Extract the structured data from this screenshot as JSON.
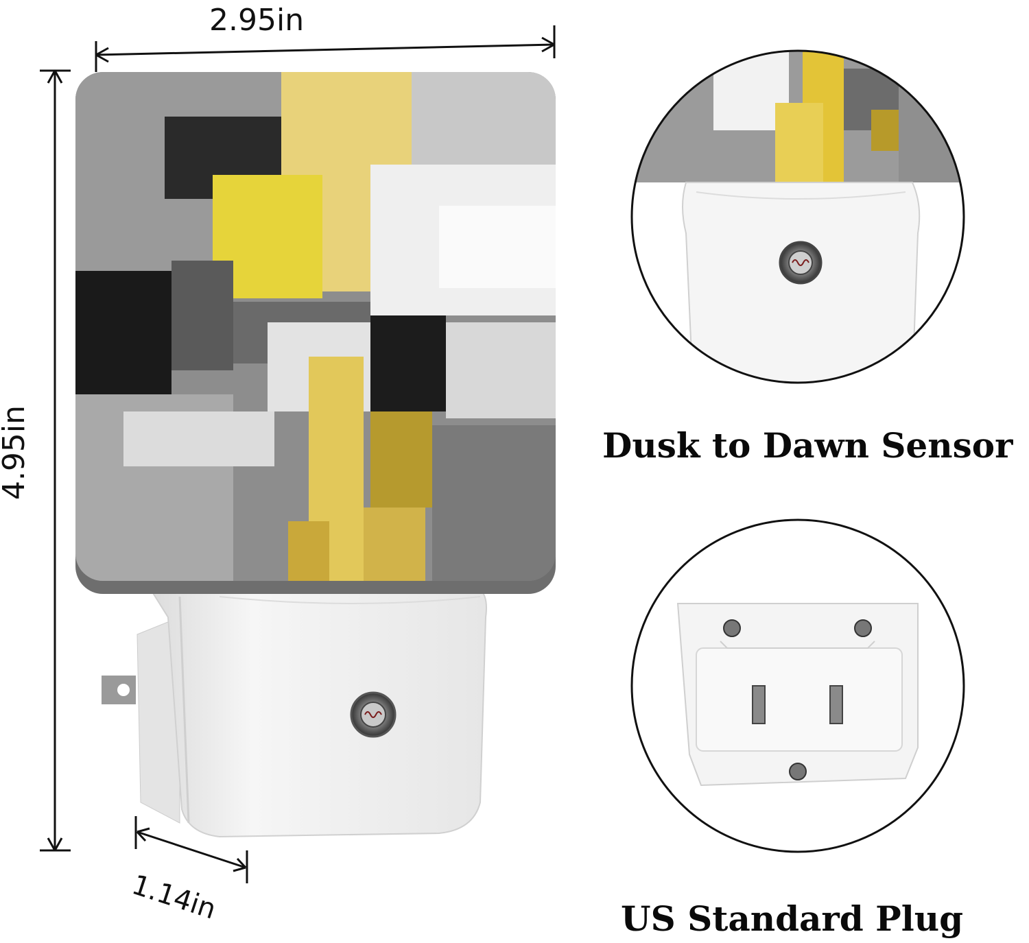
{
  "dimensions": {
    "width": "2.95in",
    "height": "4.95in",
    "depth": "1.14in"
  },
  "features": {
    "sensor": "Dusk to Dawn Sensor",
    "plug": "US Standard Plug"
  },
  "colors": {
    "accent_yellow": "#e6c93a",
    "gray": "#8a8a8a",
    "dark": "#1e1e1e",
    "housing": "#f3f3f3"
  }
}
